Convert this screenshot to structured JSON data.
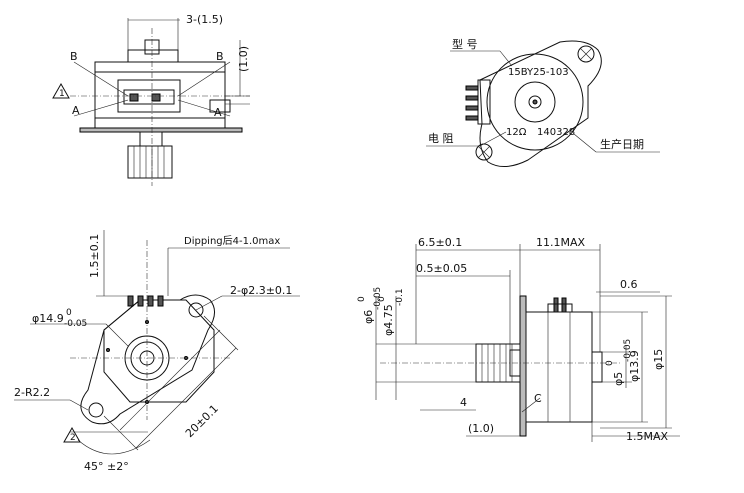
{
  "top_left_view": {
    "dim_top": "3-(1.5)",
    "dim_side": "(1.0)",
    "section_mark_B_left": "B",
    "section_mark_B_right": "B",
    "section_mark_A_left": "A",
    "section_mark_A_right": "A",
    "note_marker": "1"
  },
  "top_right_view": {
    "label_model": "型 号",
    "model_value": "15BY25-103",
    "label_resistance": "电 阻",
    "resistance_value": "12Ω",
    "date_value": "140328",
    "label_date": "生产日期"
  },
  "bottom_left_view": {
    "dim_pin_height": "1.5±0.1",
    "dipping_note": "Dipping后4-1.0max",
    "dim_holes": "2-φ2.3±0.1",
    "dim_flange_dia": "φ14.9",
    "dim_flange_tol_top": "0",
    "dim_flange_tol_bot": "-0.05",
    "dim_radius": "2-R2.2",
    "dim_hole_spacing": "20±0.1",
    "note_marker": "2",
    "dim_angle": "45° ±2°"
  },
  "bottom_right_view": {
    "dim_gear_len": "6.5±0.1",
    "dim_max_len": "11.1MAX",
    "dim_gear_offset": "0.5±0.05",
    "dim_flange_thk": "0.6",
    "dim_shaft_dia": "φ6",
    "dim_shaft_tol_top": "0",
    "dim_shaft_tol_bot": "-0.05",
    "dim_shaft2_dia": "φ4.75",
    "dim_shaft2_tol_top": "0",
    "dim_shaft2_tol_bot": "-0.1",
    "dim_boss_dia": "φ5",
    "dim_boss_tol_top": "0",
    "dim_boss_tol_bot": "-0.05",
    "dim_body_dia": "φ13.9",
    "dim_outer_dia": "φ15",
    "dim_shaft_step": "4",
    "label_c": "C",
    "dim_back_gap": "(1.0)",
    "dim_back_max": "1.5MAX"
  }
}
